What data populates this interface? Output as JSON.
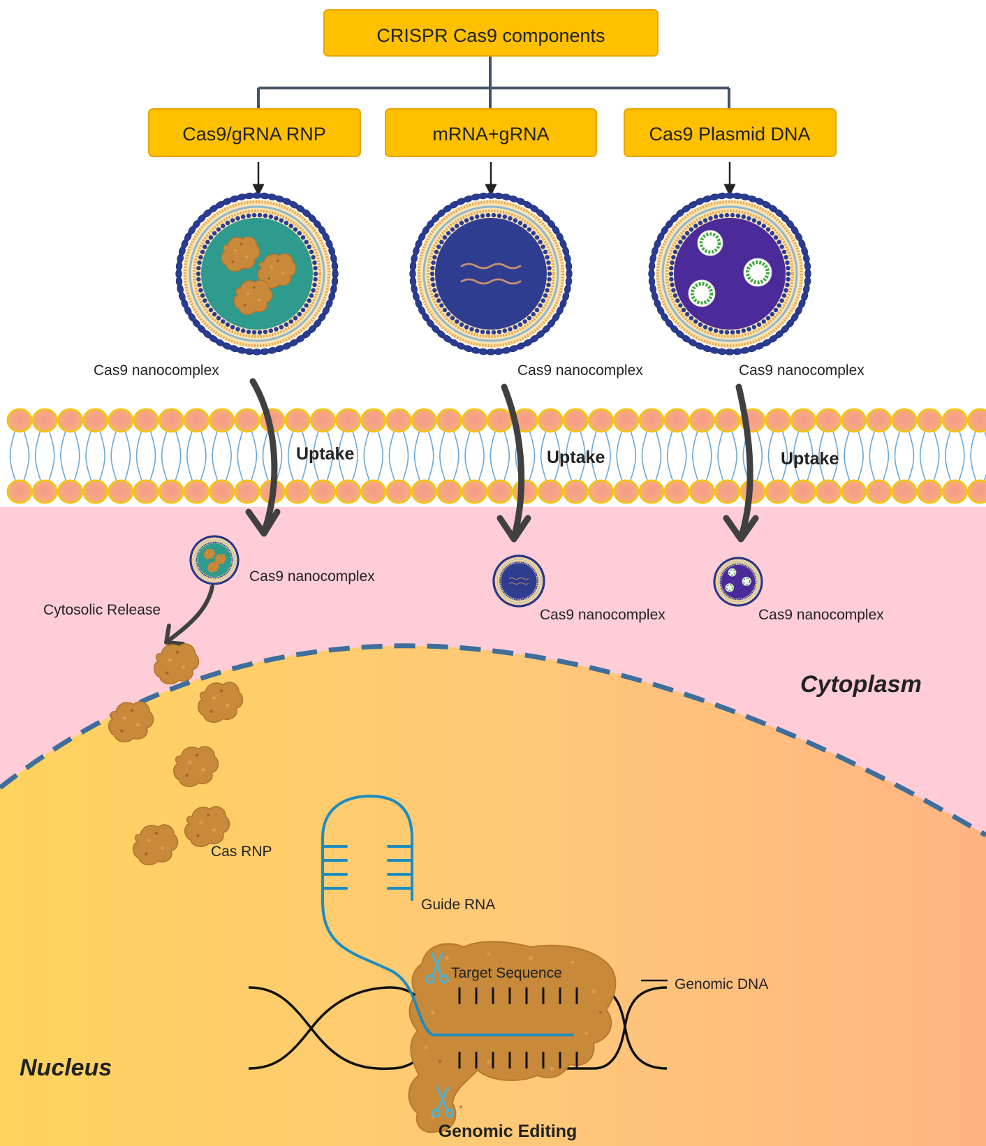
{
  "root": {
    "label": "CRISPR Cas9 components"
  },
  "components": [
    {
      "label": "Cas9/gRNA RNP"
    },
    {
      "label": "mRNA+gRNA"
    },
    {
      "label": "Cas9 Plasmid DNA"
    }
  ],
  "nanocomplex_label": "Cas9 nanocomplex",
  "uptake_label": "Uptake",
  "cytosolic_release_label": "Cytosolic Release",
  "cas_rnp_label": "Cas RNP",
  "guide_rna_label": "Guide RNA",
  "target_sequence_label": "Target Sequence",
  "genomic_dna_label": "Genomic DNA",
  "genomic_editing_label": "Genomic Editing",
  "cytoplasm_label": "Cytoplasm",
  "nucleus_label": "Nucleus",
  "colors": {
    "box_fill": "#FFC000",
    "connector": "#44546A",
    "cytoplasm": "#FFCDD8",
    "nucleus_left": "#FFD060",
    "nucleus_right": "#FFB482",
    "nuclear_envelope": "#3E6E9C",
    "lipid_head": "#F8A98C",
    "lipid_tail": "#6AA8D8",
    "protein": "#C8893A",
    "rna": "#1E8CC0",
    "core_rnp": "#2E9B8E",
    "core_mrna": "#2E3D90",
    "core_plasmid": "#4B2A9A"
  }
}
